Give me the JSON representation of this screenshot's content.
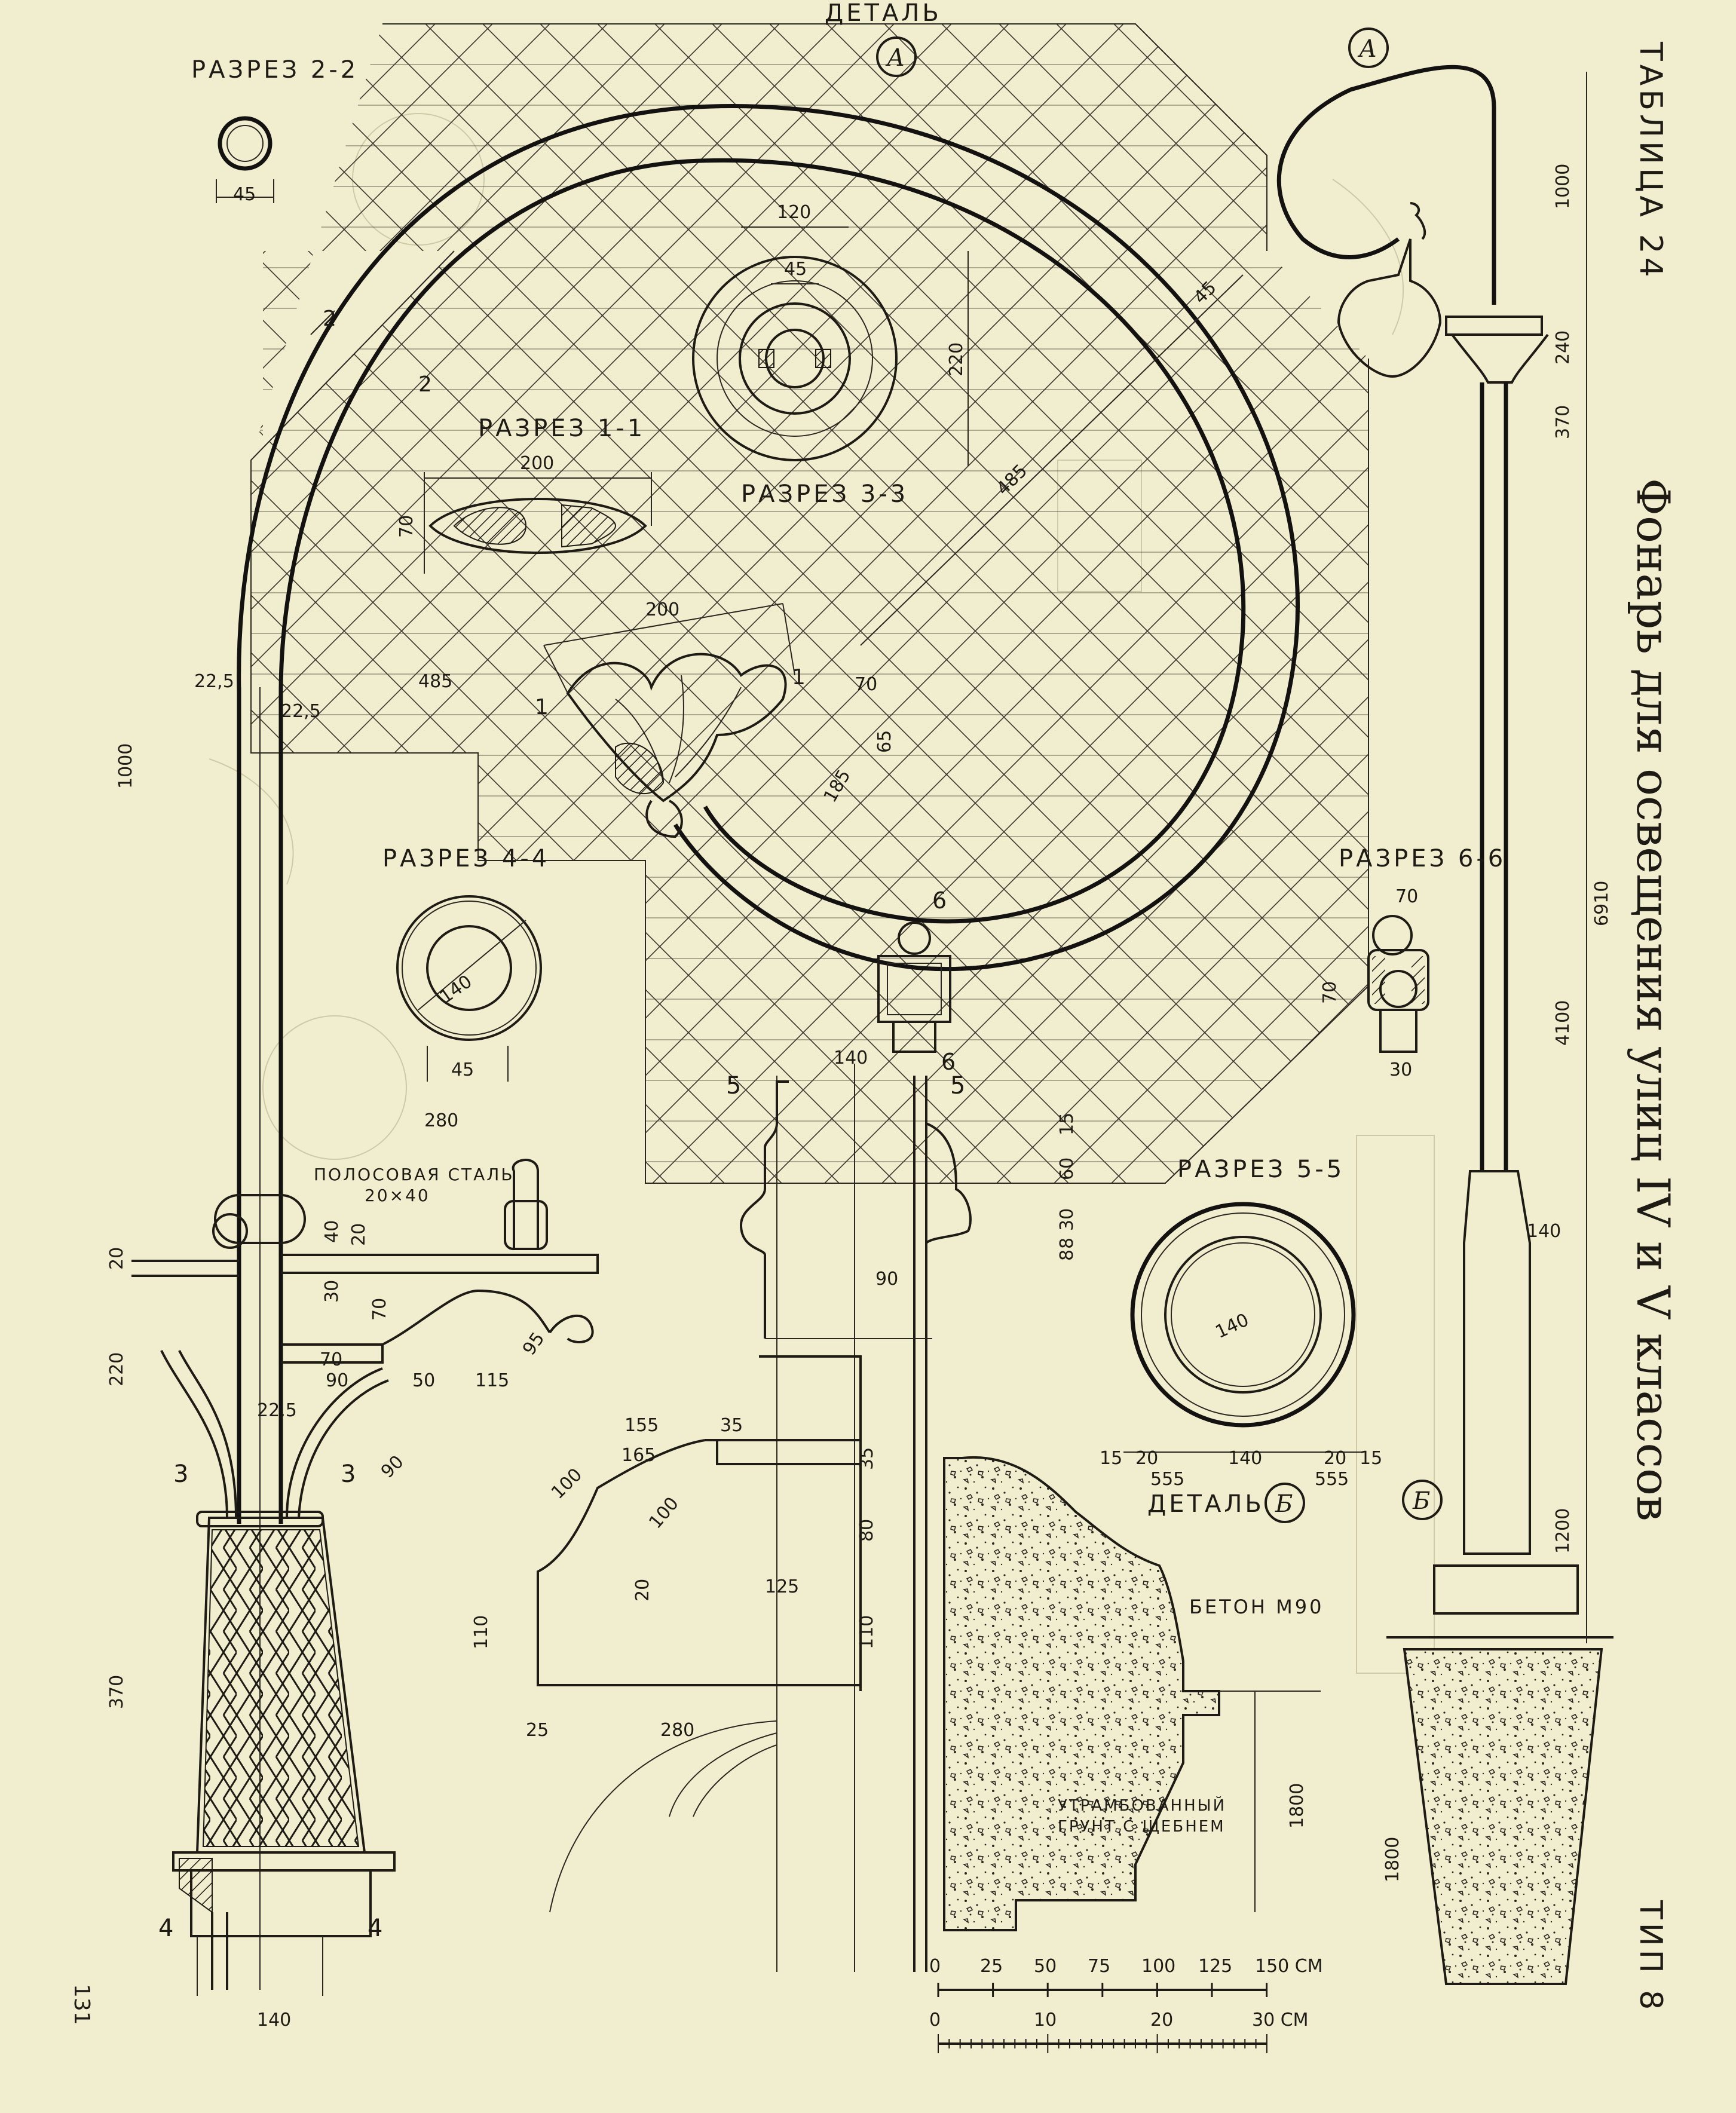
{
  "sheet": {
    "table_label": "ТАБЛИЦА 24",
    "title": "Фонарь для освещения улиц IV и V классов",
    "type_label": "ТИП 8",
    "page_number": "131"
  },
  "callouts": {
    "detail_top": "ДЕТАЛЬ",
    "detail_a": "А",
    "detail_a_right": "А",
    "detail_b": "ДЕТАЛЬ",
    "detail_b_mark": "Б",
    "detail_b_right": "Б"
  },
  "sections": {
    "s22": "РАЗРЕЗ 2-2",
    "s11": "РАЗРЕЗ 1-1",
    "s33": "РАЗРЕЗ 3-3",
    "s44": "РАЗРЕЗ 4-4",
    "s55": "РАЗРЕЗ 5-5",
    "s66": "РАЗРЕЗ 6-6"
  },
  "notes": {
    "strip_steel_1": "ПОЛОСОВАЯ СТАЛЬ",
    "strip_steel_2": "20×40",
    "concrete": "БЕТОН М90",
    "soil_1": "УТРАМБОВАННЫЙ",
    "soil_2": "ГРУНТ С ЩЕБНЕМ"
  },
  "cut_marks": {
    "m1a": "1",
    "m1b": "1",
    "m2a": "2",
    "m2b": "2",
    "m3a": "3",
    "m3b": "3",
    "m4a": "4",
    "m4b": "4",
    "m5a": "5",
    "m5b": "5",
    "m6a": "6",
    "m6b": "6"
  },
  "dims": {
    "d45_s22": "45",
    "d120_s33": "120",
    "d45_s33": "45",
    "d220_s33": "220",
    "d200_s11": "200",
    "d70_s11": "70",
    "d485_diag": "485",
    "d45_diag": "45",
    "d200_flower": "200",
    "d70_flower": "70",
    "d65_flower": "65",
    "d185_flower": "185",
    "d225_left": "22,5",
    "d225_b": "22,5",
    "d485_left": "485",
    "d1000_left": "1000",
    "d140_s44": "140",
    "d45_s44": "45",
    "d280_bracket": "280",
    "d40_bracket": "40",
    "d20_bracket": "20",
    "d30_bracket": "30",
    "d70_bracket": "70",
    "d70b_bracket": "70",
    "d90_bracket": "90",
    "d50_bracket": "50",
    "d115_bracket": "115",
    "d95_bracket": "95",
    "d20_left": "20",
    "d220_left": "220",
    "d225_lower": "22,5",
    "d90_lower": "90",
    "d370_left": "370",
    "d140_bottom": "140",
    "d140_cap": "140",
    "d15_cap": "15",
    "d60_cap": "60",
    "d30_cap": "30",
    "d8a_cap": "8",
    "d8b_cap": "8",
    "d90_cap": "90",
    "d155_base": "155",
    "d35_base": "35",
    "d165_base": "165",
    "d100a_base": "100",
    "d100b_base": "100",
    "d35v_base": "35",
    "d80_base": "80",
    "d20_base": "20",
    "d125_base": "125",
    "d110_base": "110",
    "d110b_base": "110",
    "d25_base": "25",
    "d280_base": "280",
    "d1800_found": "1800",
    "d140_s55": "140",
    "d15a_s55": "15",
    "d20a_s55": "20",
    "d555a_s55": "555",
    "d140b_s55": "140",
    "d20b_s55": "20",
    "d15b_s55": "15",
    "d555b_s55": "555",
    "d70_s66": "70",
    "d70v_s66": "70",
    "d30_s66": "30",
    "r1000": "1000",
    "r240": "240",
    "r370": "370",
    "r6910": "6910",
    "r4100": "4100",
    "r140": "140",
    "r1200": "1200",
    "r1800": "1800"
  },
  "scales": {
    "scale1": [
      "0",
      "25",
      "50",
      "75",
      "100",
      "125",
      "150 СМ"
    ],
    "scale2": [
      "0",
      "10",
      "20",
      "30 СМ"
    ]
  }
}
